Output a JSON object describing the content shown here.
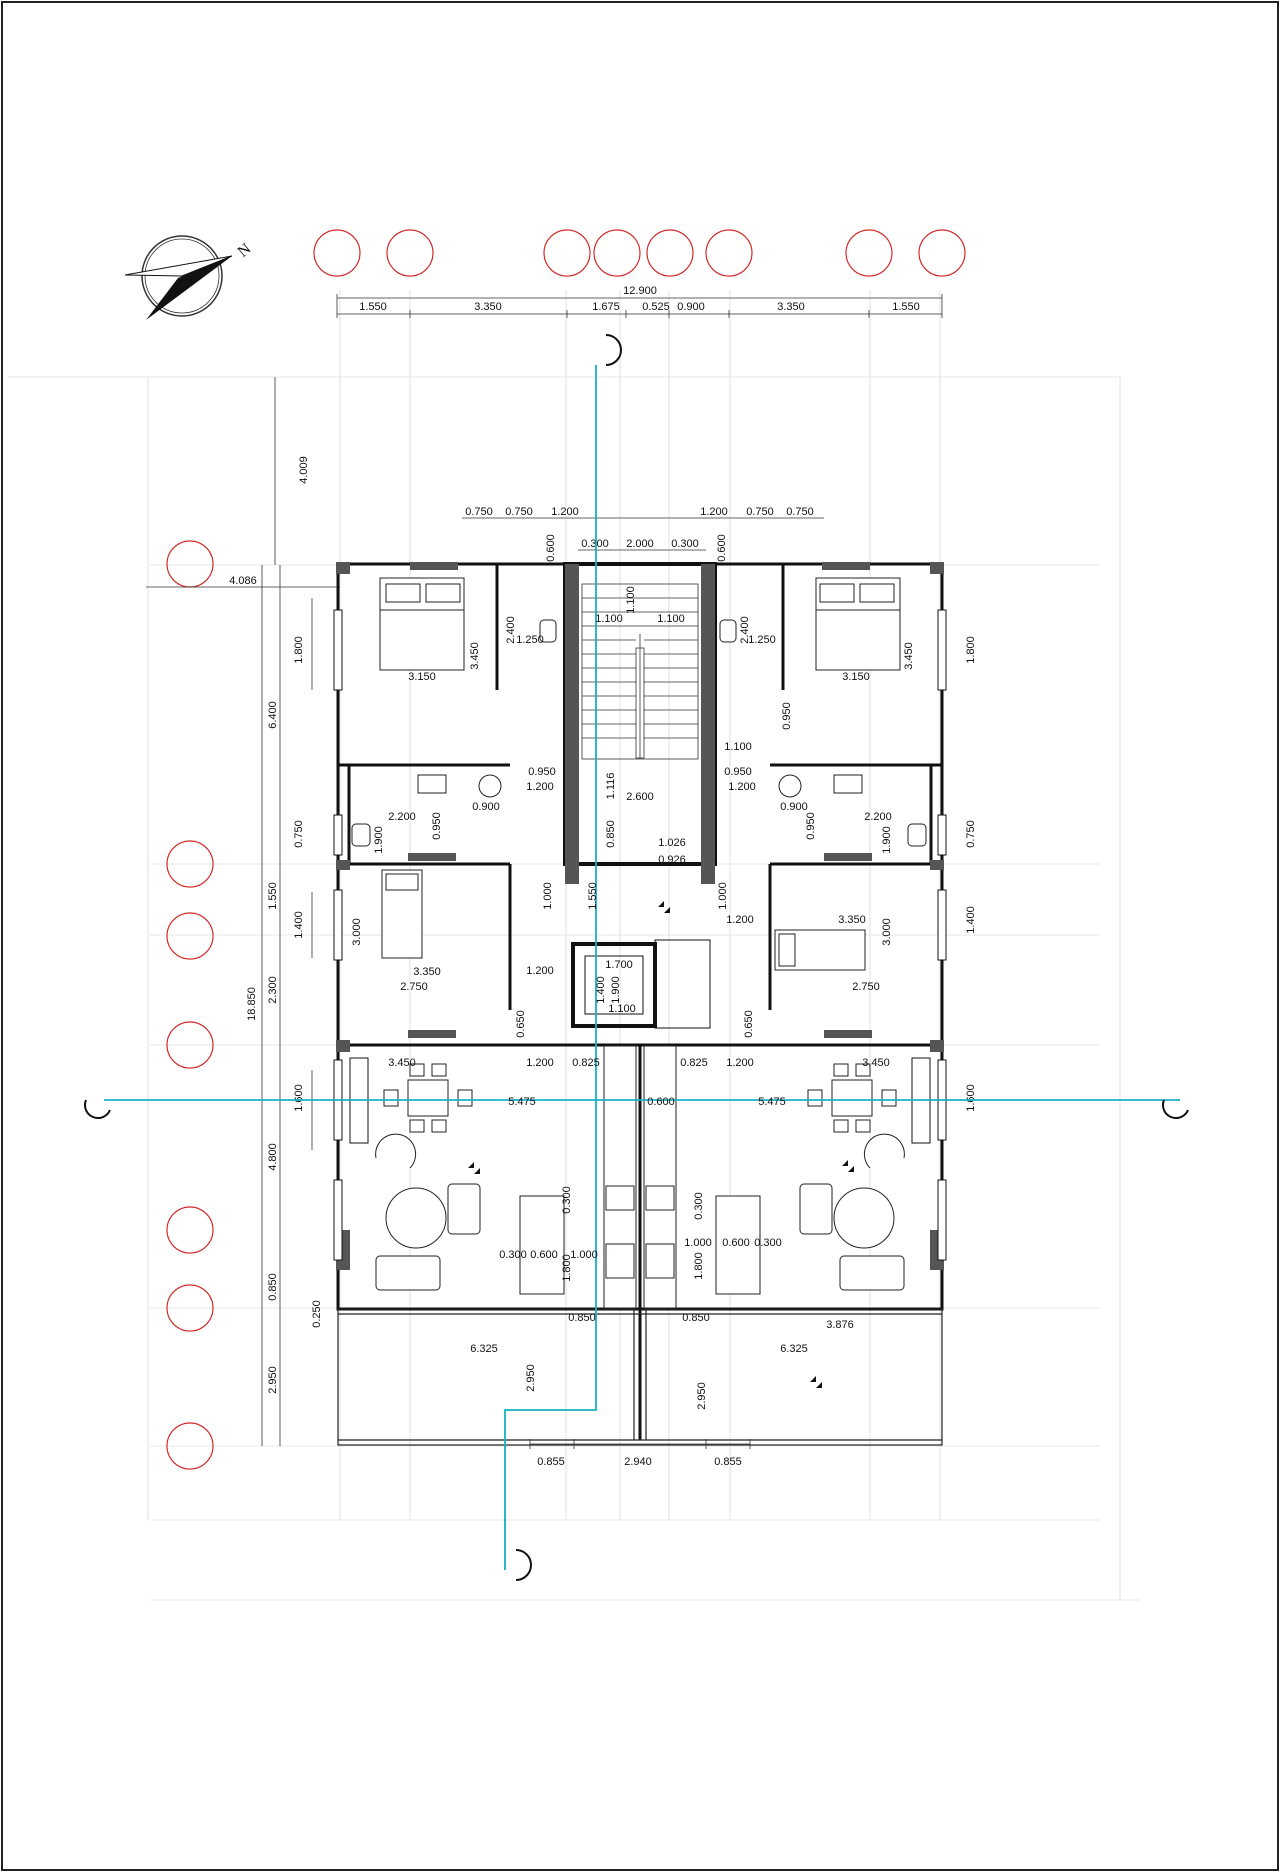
{
  "drawing": {
    "compass_letter": "N",
    "overall_width": "12.900",
    "top_dims": [
      "1.550",
      "3.350",
      "1.675",
      "0.525",
      "0.900",
      "3.350",
      "1.550"
    ],
    "left_dims": {
      "top_offset": "4.009",
      "left_offset": "4.086",
      "block1": "6.400",
      "block2": "0.750",
      "block3": "1.550",
      "block4": "2.300",
      "block5": "4.800",
      "block6": "0.850",
      "block7": "0.250",
      "block8": "2.950",
      "total": "18.850",
      "win1": "1.800",
      "win2": "1.400",
      "win3": "1.600"
    },
    "right_dims": {
      "win1": "1.800",
      "win2": "0.750",
      "win3": "1.400",
      "win4": "1.600"
    },
    "upper_dims": {
      "l1": "0.750",
      "l2": "0.750",
      "l3": "1.200",
      "r1": "1.200",
      "r2": "0.750",
      "r3": "0.750",
      "s1": "0.300",
      "s2": "2.000",
      "s3": "0.300",
      "sv1": "0.600",
      "sv2": "0.600"
    },
    "interior": {
      "bed_l": "3.150",
      "bed_l_h": "3.450",
      "bath_l": "2.400",
      "bath_l_w": "1.250",
      "bed_r": "3.150",
      "bed_r_h": "3.450",
      "bath_r": "2.400",
      "bath_r_w": "1.250",
      "stair_1": "1.100",
      "stair_2": "1.100",
      "stair_3": "1.100",
      "stair_h": "1.116",
      "stair_w": "2.600",
      "hall_l1": "0.950",
      "hall_l2": "1.200",
      "hall_r0": "0.950",
      "hall_r1": "1.100",
      "hall_r1b": "0.950",
      "hall_r2": "1.200",
      "wc_l1": "2.200",
      "wc_l2": "0.950",
      "wc_l3": "0.900",
      "wc_l4": "1.900",
      "wc_r1": "0.900",
      "wc_r2": "2.200",
      "wc_r3": "0.950",
      "wc_r4": "1.900",
      "land1": "0.850",
      "land2": "1.026",
      "land3": "0.926",
      "door_l": "1.000",
      "door_c": "1.550",
      "door_r": "1.000",
      "bed2_l_w": "3.350",
      "bed2_l_h": "3.000",
      "bed2_l_in": "2.750",
      "bed2_l_side": "1.200",
      "bed2_r_w": "3.350",
      "bed2_r_h": "3.000",
      "bed2_r_in": "2.750",
      "bed2_r_side": "1.200",
      "lift_1": "1.700",
      "lift_2": "1.400",
      "lift_3": "1.900",
      "lift_4": "1.100",
      "cor_l": "0.650",
      "cor_r": "0.650",
      "liv_l": "3.450",
      "liv_l2": "1.200",
      "liv_l3": "0.825",
      "liv_r": "3.450",
      "liv_r2": "1.200",
      "liv_r3": "0.825",
      "span_l": "5.475",
      "span_c": "0.600",
      "span_r": "5.475",
      "kit_l1": "0.300",
      "kit_l2": "0.600",
      "kit_l3": "1.000",
      "kit_l4": "0.300",
      "kit_l5": "1.800",
      "kit_r1": "1.000",
      "kit_r2": "0.600",
      "kit_r3": "0.300",
      "kit_r4": "0.300",
      "kit_r5": "1.800",
      "bal_l": "0.850",
      "bal_r": "0.850",
      "bal_r2": "3.876",
      "terr_l": "6.325",
      "terr_r": "6.325",
      "terr_h1": "2.950",
      "terr_h2": "2.950",
      "bot1": "0.855",
      "bot2": "2.940",
      "bot3": "0.855"
    }
  }
}
